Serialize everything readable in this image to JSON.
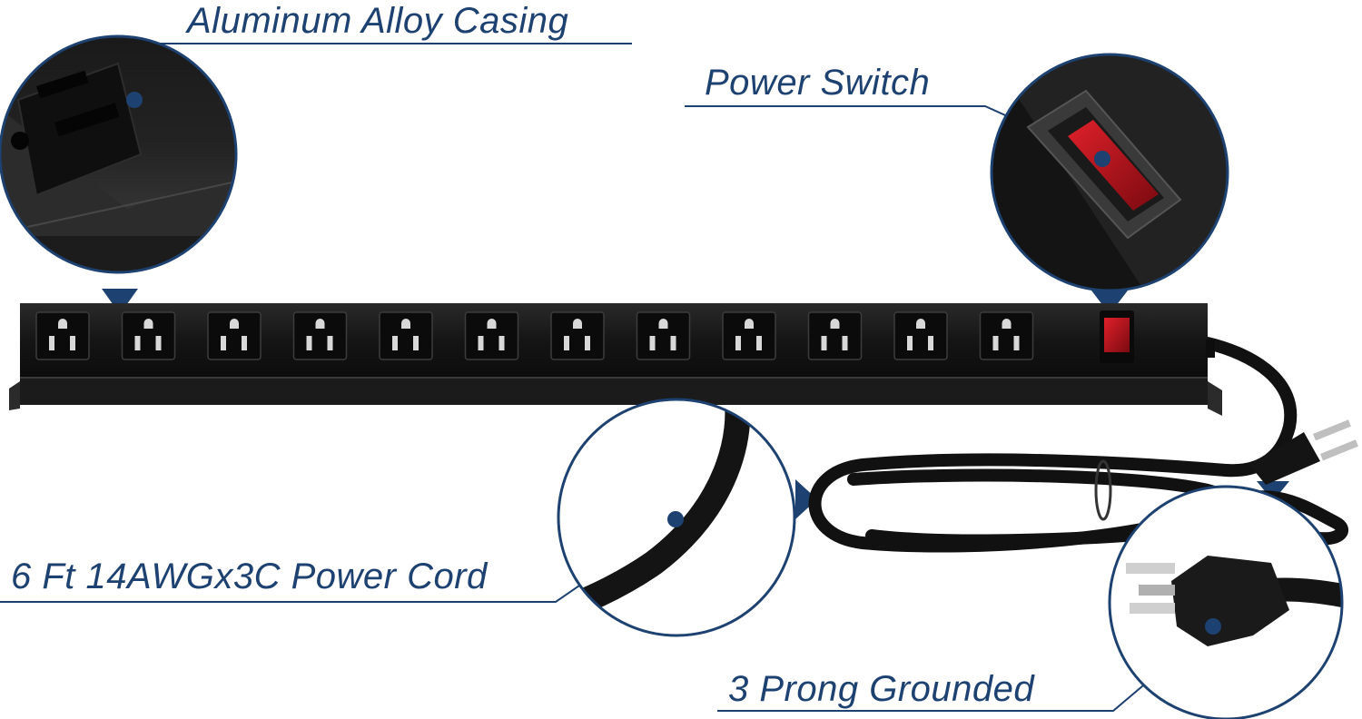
{
  "labels": {
    "casing": "Aluminum Alloy Casing",
    "switch": "Power Switch",
    "cord": "6 Ft 14AWGx3C Power Cord",
    "prong": "3 Prong Grounded"
  },
  "product": {
    "outlet_count": 12,
    "has_power_switch": true
  },
  "colors": {
    "callout_blue": "#1d4170",
    "strip_body": "#161616",
    "switch_red": "#c01218",
    "background": "#ffffff"
  },
  "icons": [
    "outlet-icon",
    "rocker-switch-icon",
    "plug-icon",
    "callout-dot-icon"
  ]
}
